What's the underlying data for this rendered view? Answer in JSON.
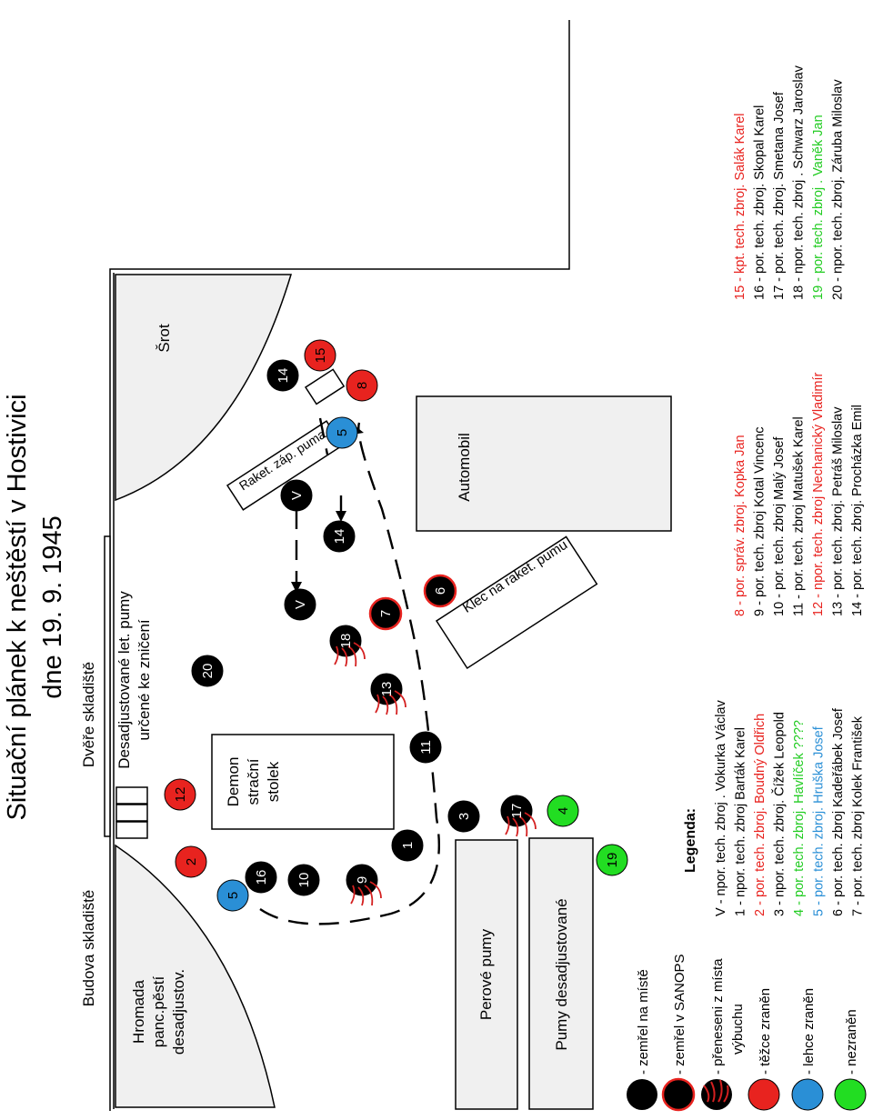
{
  "title": {
    "line1": "Situační plánek k neštěstí v Hostivici",
    "line2": "dne 19. 9. 1945"
  },
  "labels": {
    "budova": "Budova skladiště",
    "dvere": "Dvěře skladiště",
    "desadj1": "Desadjustované let. pumy",
    "desadj2": "určené ke zničení",
    "hromada1": "Hromada",
    "hromada2": "panc.pěstí",
    "hromada3": "desadjustov.",
    "demon1": "Demon",
    "demon2": "strační",
    "demon3": "stolek",
    "srot": "Šrot",
    "raket": "Raket. záp. puma",
    "automobil": "Automobil",
    "klec": "Klec na raket. pumu",
    "perove": "Perové pumy",
    "pumydes": "Pumy desadjustované"
  },
  "key": {
    "title": "Legenda:",
    "items": [
      {
        "label": "- zemřel na místě"
      },
      {
        "label": "- zemřel v SANOPS"
      },
      {
        "label": "- přeneseni z místa"
      },
      {
        "label": "výbuchu"
      },
      {
        "label": "- těžce zraněn"
      },
      {
        "label": "- lehce zraněn"
      },
      {
        "label": "- nezraněn"
      }
    ]
  },
  "persons_col1": [
    {
      "text": "V - npor. tech. zbroj . Vokurka Václav",
      "color": "#000000"
    },
    {
      "text": "1 - npor. tech. zbroj Barták Karel",
      "color": "#000000"
    },
    {
      "text": "2 - por. tech. zbroj. Boudný Oldřich",
      "color": "#e8231f"
    },
    {
      "text": "3 - npor. tech. zbroj. Čížek Leopold",
      "color": "#000000"
    },
    {
      "text": "4 - por. tech. zbroj. Havlíček ????",
      "color": "#22cc22"
    },
    {
      "text": "5 - por. tech. zbroj. Hruška Josef",
      "color": "#2a8fd6"
    },
    {
      "text": "6 - por. tech. zbroj Kadeřábek Josef",
      "color": "#000000"
    },
    {
      "text": "7 - por. tech. zbroj Kolek František",
      "color": "#000000"
    }
  ],
  "persons_col2": [
    {
      "text": "8 - por. správ. zbroj. Kopka Jan",
      "color": "#e8231f"
    },
    {
      "text": "9 - por. tech. zbroj Kotal Vincenc",
      "color": "#000000"
    },
    {
      "text": "10 - por. tech. zbroj Malý Josef",
      "color": "#000000"
    },
    {
      "text": "11 - por. tech. zbroj Matušek Karel",
      "color": "#000000"
    },
    {
      "text": "12 - npor. tech. zbroj Nechanický Vladimír",
      "color": "#e8231f"
    },
    {
      "text": "13 - por. tech. zbroj. Petráš Miloslav",
      "color": "#000000"
    },
    {
      "text": "14 - por. tech. zbroj. Procházka Emil",
      "color": "#000000"
    }
  ],
  "persons_col3": [
    {
      "text": "15 - kpt. tech. zbroj. Salák Karel",
      "color": "#e8231f"
    },
    {
      "text": "16 - por. tech. zbroj. Skopal Karel",
      "color": "#000000"
    },
    {
      "text": "17 - por. tech. zbroj. Smetana Josef",
      "color": "#000000"
    },
    {
      "text": "18 - npor. tech. zbroj . Schwarz Jaroslav",
      "color": "#000000"
    },
    {
      "text": "19 - por. tech. zbroj . Vaněk Jan",
      "color": "#22cc22"
    },
    {
      "text": "20 - npor. tech. zbroj. Záruba Miloslav",
      "color": "#000000"
    }
  ],
  "markers": [
    {
      "id": "2",
      "label": "2",
      "status": "heavy"
    },
    {
      "id": "12",
      "label": "12",
      "status": "heavy"
    },
    {
      "id": "5a",
      "label": "5",
      "status": "light"
    },
    {
      "id": "16",
      "label": "16",
      "status": "dead"
    },
    {
      "id": "10",
      "label": "10",
      "status": "dead"
    },
    {
      "id": "9",
      "label": "9",
      "status": "dead",
      "carried": true
    },
    {
      "id": "1",
      "label": "1",
      "status": "dead"
    },
    {
      "id": "3",
      "label": "3",
      "status": "dead"
    },
    {
      "id": "17",
      "label": "17",
      "status": "dead",
      "carried": true
    },
    {
      "id": "4",
      "label": "4",
      "status": "unhurt"
    },
    {
      "id": "19",
      "label": "19",
      "status": "unhurt"
    },
    {
      "id": "11",
      "label": "11",
      "status": "dead"
    },
    {
      "id": "13",
      "label": "13",
      "status": "dead",
      "carried": true
    },
    {
      "id": "18",
      "label": "18",
      "status": "dead",
      "carried": true
    },
    {
      "id": "20",
      "label": "20",
      "status": "dead"
    },
    {
      "id": "7",
      "label": "7",
      "status": "hospital"
    },
    {
      "id": "6",
      "label": "6",
      "status": "hospital"
    },
    {
      "id": "Vb",
      "label": "V",
      "status": "dead"
    },
    {
      "id": "14b",
      "label": "14",
      "status": "dead"
    },
    {
      "id": "Va",
      "label": "V",
      "status": "dead"
    },
    {
      "id": "14a",
      "label": "14",
      "status": "dead"
    },
    {
      "id": "15",
      "label": "15",
      "status": "heavy"
    },
    {
      "id": "8",
      "label": "8",
      "status": "heavy"
    },
    {
      "id": "5b",
      "label": "5",
      "status": "light"
    }
  ],
  "colors": {
    "dead": "#000000",
    "hospital_fill": "#000000",
    "hospital_ring": "#e8231f",
    "heavy": "#e8231f",
    "light": "#2a8fd6",
    "unhurt": "#22dd22",
    "building": "#f0f0f0",
    "flame": "#d42020"
  }
}
